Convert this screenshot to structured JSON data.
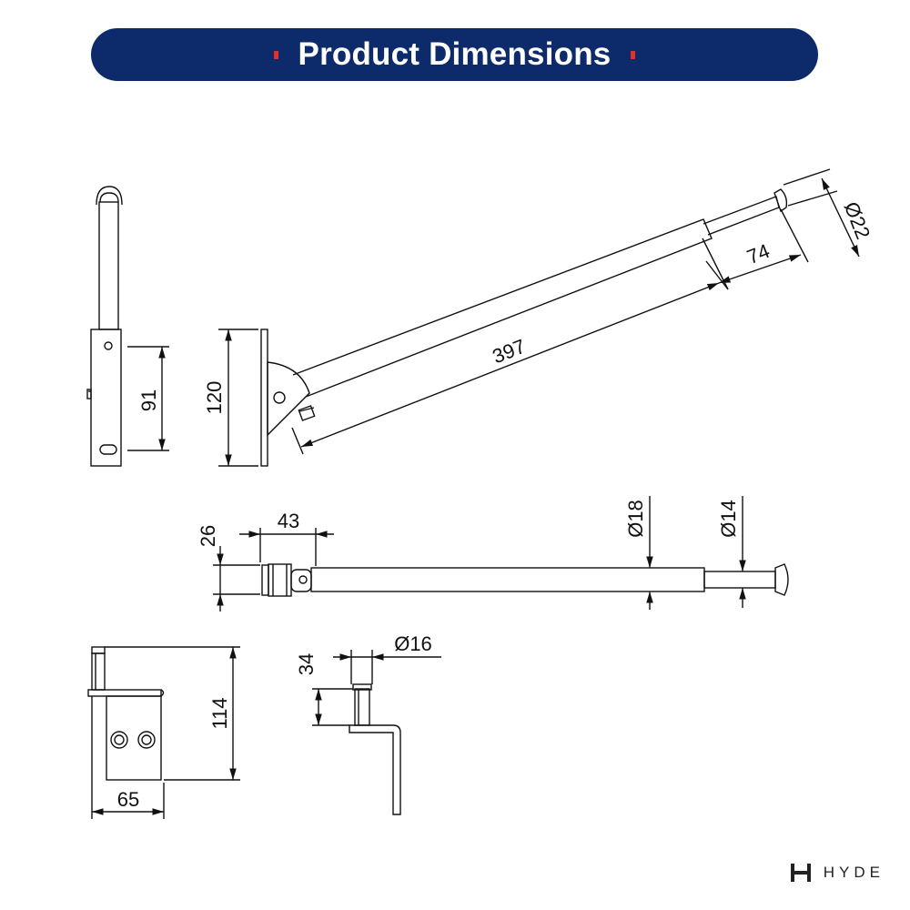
{
  "header": {
    "title": "Product Dimensions"
  },
  "dimensions": {
    "side_height": "91",
    "plate_height": "120",
    "arm_length": "397",
    "tip_length": "74",
    "tip_diameter": "Ø22",
    "clamp_width": "43",
    "clamp_height": "26",
    "tube_diameter": "Ø18",
    "rod_diameter": "Ø14",
    "bracket_height": "114",
    "bracket_width": "65",
    "pin_height": "34",
    "pin_diameter": "Ø16"
  },
  "brand": {
    "name": "HYDE"
  },
  "colors": {
    "banner": "#0d2b6b",
    "accent": "#e0312a",
    "line": "#111111"
  }
}
